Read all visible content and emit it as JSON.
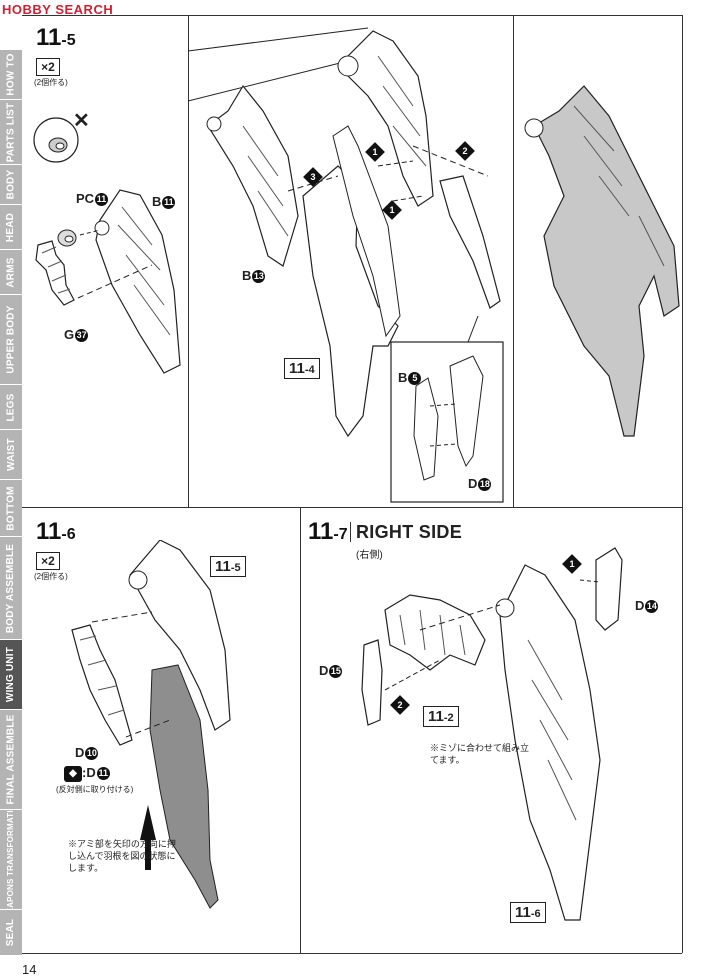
{
  "watermark": "HOBBY SEARCH",
  "page_number": "14",
  "side_tabs": [
    "SEAL",
    "WEAPONS TRANSFORMATION",
    "FINAL ASSEMBLE",
    "WING UNIT",
    "BODY ASSEMBLE",
    "BOTTOM",
    "WAIST",
    "LEGS",
    "UPPER BODY",
    "ARMS",
    "HEAD",
    "BODY",
    "PARTS LIST",
    "HOW TO"
  ],
  "step_11_5": {
    "step_main": "11",
    "step_sub": "-5",
    "multiplier": "×2",
    "multiplier_note": "(2個作る)",
    "cross_mark": "✕",
    "labels": {
      "pc": "PC",
      "pc_num": "11",
      "b1": "B",
      "b1_num": "11",
      "g": "G",
      "g_num": "37",
      "b2": "B",
      "b2_num": "13",
      "b3": "B",
      "b3_num": "5",
      "d": "D",
      "d_num": "18"
    },
    "ref_main": "11",
    "ref_sub": "-4",
    "arrow_order": [
      "1",
      "1",
      "2",
      "3"
    ]
  },
  "step_11_6": {
    "step_main": "11",
    "step_sub": "-6",
    "multiplier": "×2",
    "multiplier_note": "(2個作る)",
    "ref_main": "11",
    "ref_sub": "-5",
    "d10": "D",
    "d10_num": "10",
    "mirror": ":D",
    "mirror_num": "11",
    "mirror_note": "(反対側に取り付ける)",
    "note": "※アミ部を矢印の方向に押し込んで羽根を図の状態にします。"
  },
  "step_11_7": {
    "step_main": "11",
    "step_sub": "-7",
    "title": "RIGHT SIDE",
    "subtitle": "(右側)",
    "d14": "D",
    "d14_num": "14",
    "d15": "D",
    "d15_num": "15",
    "ref1_main": "11",
    "ref1_sub": "-2",
    "ref2_main": "11",
    "ref2_sub": "-6",
    "note": "※ミゾに合わせて組み立てます。",
    "arrow_order": [
      "1",
      "2"
    ]
  }
}
